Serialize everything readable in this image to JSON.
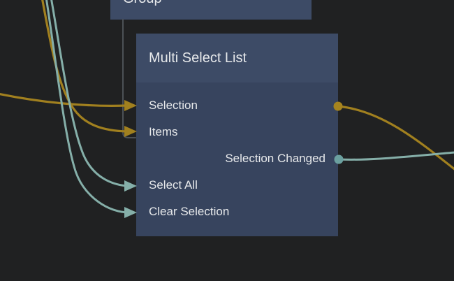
{
  "canvas": {
    "background_color": "#202122"
  },
  "colors": {
    "node_header": "#3d4b66",
    "node_body": "#37445e",
    "text": "#e7e9eb",
    "wire_gold": "#a1801f",
    "dot_gold": "#a6841f",
    "wire_teal": "#85afa9",
    "dot_teal": "#6ba09f",
    "wire_gray": "#4c5156"
  },
  "nodes": {
    "group": {
      "title": "Group"
    },
    "msl": {
      "title": "Multi Select List",
      "ports": [
        {
          "label": "Selection",
          "side": "left",
          "kind": "data-in-out"
        },
        {
          "label": "Items",
          "side": "left",
          "kind": "data-in"
        },
        {
          "label": "Selection Changed",
          "side": "right",
          "kind": "event-out"
        },
        {
          "label": "Select All",
          "side": "left",
          "kind": "event-in"
        },
        {
          "label": "Clear Selection",
          "side": "left",
          "kind": "event-in"
        }
      ]
    }
  }
}
